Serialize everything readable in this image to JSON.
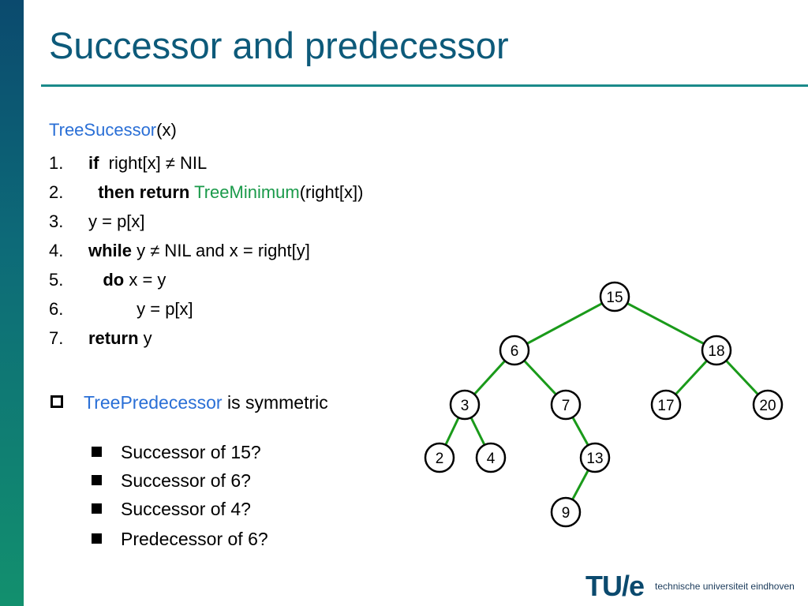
{
  "slide": {
    "title": "Successor and predecessor",
    "proc_name": "TreeSucessor",
    "proc_args": "(x)",
    "code": [
      {
        "num": "1.",
        "kw": "if",
        "post": "  right[x] ≠ NIL"
      },
      {
        "num": "2.",
        "pre": "  ",
        "kw": "then return",
        "fn": "TreeMinimum",
        "post": "(right[x])"
      },
      {
        "num": "3.",
        "post": "y = p[x]"
      },
      {
        "num": "4.",
        "kw": "while",
        "post": " y ≠ NIL and x = right[y]"
      },
      {
        "num": "5.",
        "pre": "   ",
        "kw": "do",
        "post": " x = y"
      },
      {
        "num": "6.",
        "post": "          y = p[x]"
      },
      {
        "num": "7.",
        "kw": "return",
        "post": " y"
      }
    ],
    "bullet": {
      "fn": "TreePredecessor",
      "text": " is symmetric"
    },
    "questions": [
      "Successor of 15?",
      "Successor of 6?",
      "Successor of 4?",
      "Predecessor of 6?"
    ],
    "logo_mark": "TU/e",
    "logo_text": "technische universiteit eindhoven"
  },
  "tree": {
    "nodes": [
      "15",
      "6",
      "18",
      "3",
      "7",
      "17",
      "20",
      "2",
      "4",
      "13",
      "9"
    ],
    "edges": [
      [
        "15",
        "6"
      ],
      [
        "15",
        "18"
      ],
      [
        "6",
        "3"
      ],
      [
        "6",
        "7"
      ],
      [
        "18",
        "17"
      ],
      [
        "18",
        "20"
      ],
      [
        "3",
        "2"
      ],
      [
        "3",
        "4"
      ],
      [
        "7",
        "13"
      ],
      [
        "13",
        "9"
      ]
    ],
    "edge_color": "#1a9a1a"
  }
}
